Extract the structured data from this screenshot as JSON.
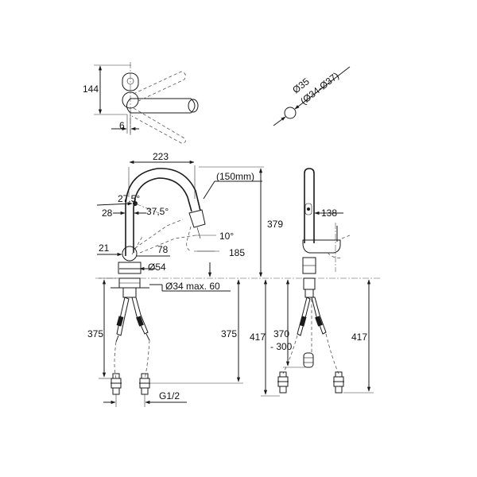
{
  "labels": {
    "top_height": "144",
    "top_offset": "6",
    "diameter_35": "Ø35",
    "diameter_range": "(Ø34-Ø37)",
    "width_223": "223",
    "spray_150": "(150mm)",
    "angle_27_5": "27,5°",
    "angle_37_5": "37,5°",
    "dim_28": "28",
    "dim_379": "379",
    "dim_138": "138",
    "angle_10": "10°",
    "dim_21": "21",
    "dim_78": "78",
    "dim_185": "185",
    "diameter_54": "Ø54",
    "diameter_34_max": "Ø34 max. 60",
    "dim_375_left": "375",
    "dim_375_mid": "375",
    "dim_417_mid": "417",
    "dim_370": "370",
    "dim_300": "- 300",
    "dim_417_right": "417",
    "thread": "G1/2"
  },
  "colors": {
    "line": "#1a1a1a",
    "background": "#ffffff"
  }
}
